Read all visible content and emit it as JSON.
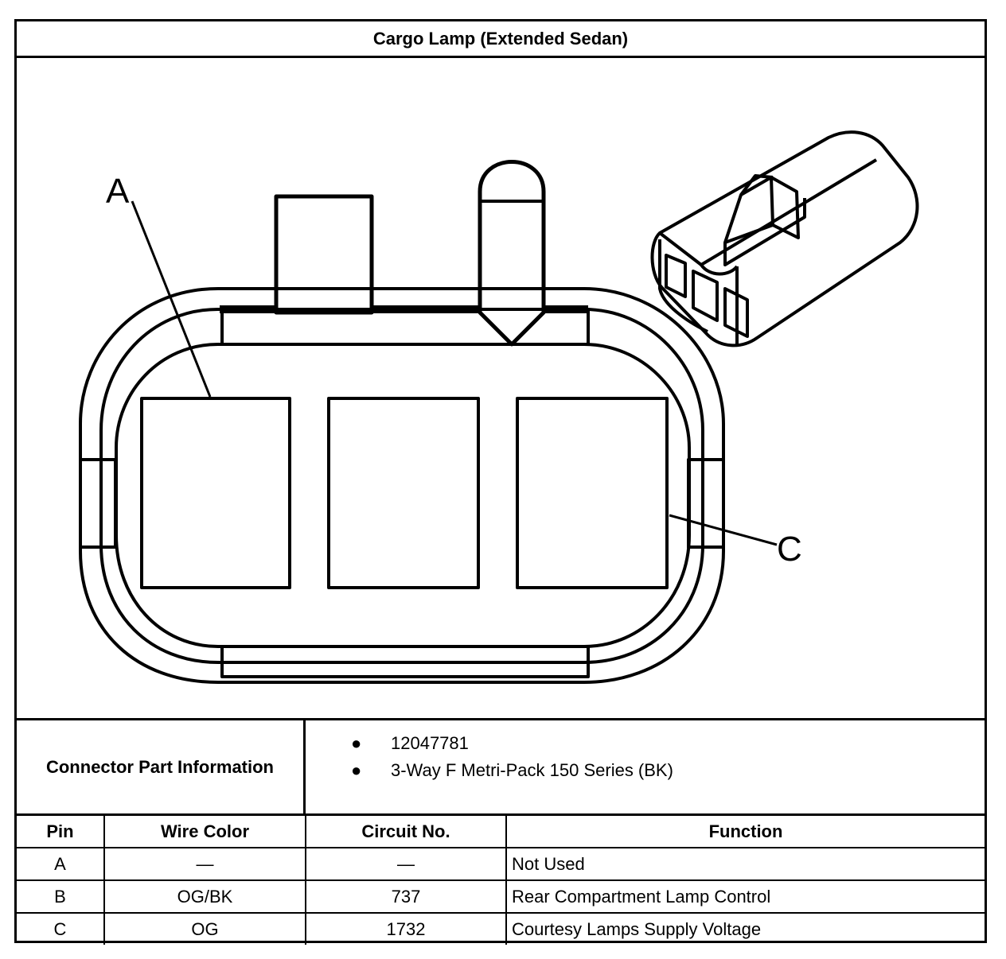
{
  "title": "Cargo Lamp (Extended Sedan)",
  "diagram": {
    "label_a": "A",
    "label_c": "C"
  },
  "connector_info": {
    "label": "Connector Part Information",
    "items": [
      "12047781",
      "3-Way F Metri-Pack 150 Series (BK)"
    ]
  },
  "table": {
    "headers": [
      "Pin",
      "Wire Color",
      "Circuit No.",
      "Function"
    ],
    "rows": [
      [
        "A",
        "—",
        "—",
        "Not Used"
      ],
      [
        "B",
        "OG/BK",
        "737",
        "Rear Compartment Lamp Control"
      ],
      [
        "C",
        "OG",
        "1732",
        "Courtesy Lamps Supply Voltage"
      ]
    ]
  }
}
